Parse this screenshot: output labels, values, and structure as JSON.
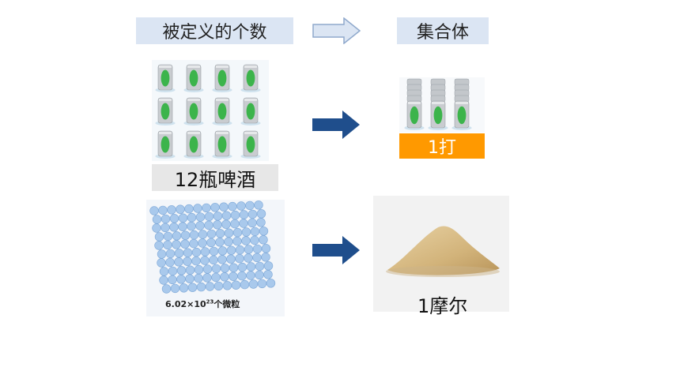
{
  "header": {
    "left_label": "被定义的个数",
    "right_label": "集合体"
  },
  "row1": {
    "caption": "12瓶啤酒",
    "result": "1打",
    "result_color": "#ff9900"
  },
  "row2": {
    "caption_prefix": "6.02×10",
    "caption_exponent": "23",
    "caption_suffix": "个微粒",
    "result": "1摩尔"
  },
  "colors": {
    "label_bg": "#dbe5f3",
    "arrow": "#1f4e8c",
    "can_green": "#3cb44b"
  }
}
